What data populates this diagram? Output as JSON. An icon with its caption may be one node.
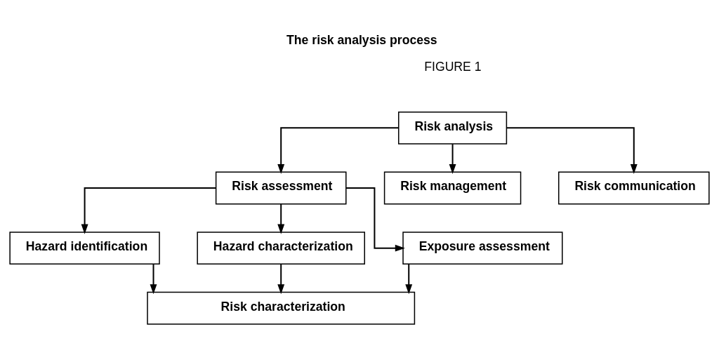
{
  "diagram": {
    "title": "The risk analysis process",
    "nodes": [
      {
        "text": [
          "Risk analysis"
        ]
      },
      {
        "text": [
          "Risk assessment"
        ]
      },
      {
        "text": [
          "Risk management"
        ]
      },
      {
        "text": [
          "Risk communication"
        ]
      },
      {
        "text": [
          "Hazard identification"
        ]
      },
      {
        "text": [
          "Hazard characterization"
        ]
      },
      {
        "text": [
          "Exposure assessment"
        ]
      },
      {
        "text": [
          "Risk characterization"
        ]
      }
    ],
    "edges": [
      {
        "from": 0,
        "to": 1,
        "arrow": "to"
      },
      {
        "from": 0,
        "to": 2,
        "arrow": "to"
      },
      {
        "from": 0,
        "to": 3,
        "arrow": "to"
      },
      {
        "from": 1,
        "to": 4,
        "arrow": "to"
      },
      {
        "from": 1,
        "to": 5,
        "arrow": "to"
      },
      {
        "from": 1,
        "to": 6,
        "arrow": "to"
      },
      {
        "from": 4,
        "to": 7,
        "arrow": "to"
      },
      {
        "from": 5,
        "to": 7,
        "arrow": "to"
      },
      {
        "from": 6,
        "to": 7,
        "arrow": "to"
      }
    ],
    "labels": [
      "FIGURE 1"
    ]
  }
}
